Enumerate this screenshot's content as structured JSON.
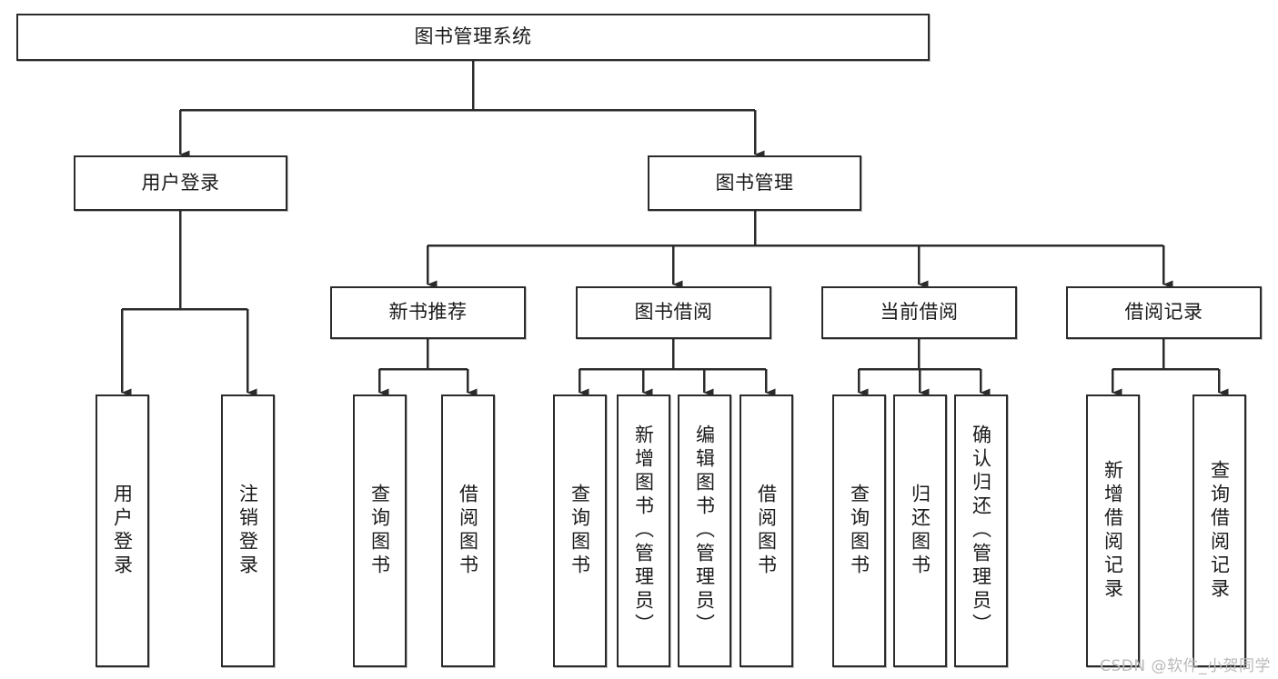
{
  "diagram": {
    "title": "图书管理系统",
    "type": "tree-hierarchy",
    "watermark": "CSDN @软件_小贺同学",
    "colors": {
      "background": "#ffffff",
      "box_border": "#2b2b2b",
      "box_fill": "#ffffff",
      "text": "#1a1a1a",
      "connector": "#2b2b2b",
      "watermark": "#b9b9b9"
    },
    "root": {
      "label": "图书管理系统"
    },
    "level2": [
      {
        "label": "用户登录"
      },
      {
        "label": "图书管理"
      }
    ],
    "level3": [
      {
        "label": "新书推荐"
      },
      {
        "label": "图书借阅"
      },
      {
        "label": "当前借阅"
      },
      {
        "label": "借阅记录"
      }
    ],
    "leaves": {
      "user_login": [
        {
          "label": "用户登录"
        },
        {
          "label": "注销登录"
        }
      ],
      "new_book_recommend": [
        {
          "label": "查询图书"
        },
        {
          "label": "借阅图书"
        }
      ],
      "book_borrow": [
        {
          "label": "查询图书"
        },
        {
          "label": "新增图书（管理员）"
        },
        {
          "label": "编辑图书（管理员）"
        },
        {
          "label": "借阅图书"
        }
      ],
      "current_borrow": [
        {
          "label": "查询图书"
        },
        {
          "label": "归还图书"
        },
        {
          "label": "确认归还（管理员）"
        }
      ],
      "borrow_record": [
        {
          "label": "新增借阅记录"
        },
        {
          "label": "查询借阅记录"
        }
      ]
    }
  }
}
